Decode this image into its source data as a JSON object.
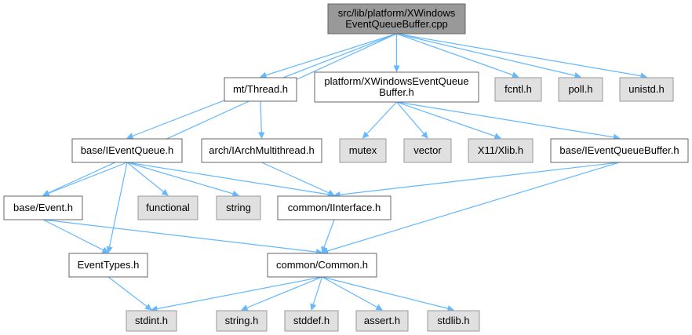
{
  "graph": {
    "edge_color": "#63b8ff",
    "nodes": [
      {
        "id": "root",
        "lines": [
          "src/lib/platform/XWindows",
          "EventQueueBuffer.cpp"
        ],
        "kind": "root"
      },
      {
        "id": "thread",
        "lines": [
          "mt/Thread.h"
        ],
        "kind": "local"
      },
      {
        "id": "xweqb",
        "lines": [
          "platform/XWindowsEventQueue",
          "Buffer.h"
        ],
        "kind": "local"
      },
      {
        "id": "fcntl",
        "lines": [
          "fcntl.h"
        ],
        "kind": "system"
      },
      {
        "id": "poll",
        "lines": [
          "poll.h"
        ],
        "kind": "system"
      },
      {
        "id": "unistd",
        "lines": [
          "unistd.h"
        ],
        "kind": "system"
      },
      {
        "id": "ieventqueue",
        "lines": [
          "base/IEventQueue.h"
        ],
        "kind": "local"
      },
      {
        "id": "archmt",
        "lines": [
          "arch/IArchMultithread.h"
        ],
        "kind": "local"
      },
      {
        "id": "mutex",
        "lines": [
          "mutex"
        ],
        "kind": "system"
      },
      {
        "id": "vector",
        "lines": [
          "vector"
        ],
        "kind": "system"
      },
      {
        "id": "xlib",
        "lines": [
          "X11/Xlib.h"
        ],
        "kind": "system"
      },
      {
        "id": "ieqb",
        "lines": [
          "base/IEventQueueBuffer.h"
        ],
        "kind": "local"
      },
      {
        "id": "event",
        "lines": [
          "base/Event.h"
        ],
        "kind": "local"
      },
      {
        "id": "functional",
        "lines": [
          "functional"
        ],
        "kind": "system"
      },
      {
        "id": "string",
        "lines": [
          "string"
        ],
        "kind": "system"
      },
      {
        "id": "iinterface",
        "lines": [
          "common/IInterface.h"
        ],
        "kind": "local"
      },
      {
        "id": "eventtypes",
        "lines": [
          "EventTypes.h"
        ],
        "kind": "local"
      },
      {
        "id": "common",
        "lines": [
          "common/Common.h"
        ],
        "kind": "local"
      },
      {
        "id": "stdint",
        "lines": [
          "stdint.h"
        ],
        "kind": "system"
      },
      {
        "id": "stringh",
        "lines": [
          "string.h"
        ],
        "kind": "system"
      },
      {
        "id": "stddef",
        "lines": [
          "stddef.h"
        ],
        "kind": "system"
      },
      {
        "id": "assert",
        "lines": [
          "assert.h"
        ],
        "kind": "system"
      },
      {
        "id": "stdlib",
        "lines": [
          "stdlib.h"
        ],
        "kind": "system"
      }
    ],
    "edges": [
      [
        "root",
        "thread"
      ],
      [
        "root",
        "xweqb"
      ],
      [
        "root",
        "fcntl"
      ],
      [
        "root",
        "poll"
      ],
      [
        "root",
        "unistd"
      ],
      [
        "root",
        "ieventqueue"
      ],
      [
        "root",
        "event"
      ],
      [
        "thread",
        "archmt"
      ],
      [
        "archmt",
        "iinterface"
      ],
      [
        "xweqb",
        "mutex"
      ],
      [
        "xweqb",
        "vector"
      ],
      [
        "xweqb",
        "xlib"
      ],
      [
        "xweqb",
        "ieqb"
      ],
      [
        "ieqb",
        "iinterface"
      ],
      [
        "ieqb",
        "common"
      ],
      [
        "ieventqueue",
        "event"
      ],
      [
        "ieventqueue",
        "eventtypes"
      ],
      [
        "ieventqueue",
        "functional"
      ],
      [
        "ieventqueue",
        "string"
      ],
      [
        "ieventqueue",
        "iinterface"
      ],
      [
        "event",
        "eventtypes"
      ],
      [
        "event",
        "common"
      ],
      [
        "iinterface",
        "common"
      ],
      [
        "eventtypes",
        "stdint"
      ],
      [
        "common",
        "stdint"
      ],
      [
        "common",
        "stringh"
      ],
      [
        "common",
        "stddef"
      ],
      [
        "common",
        "assert"
      ],
      [
        "common",
        "stdlib"
      ]
    ]
  }
}
